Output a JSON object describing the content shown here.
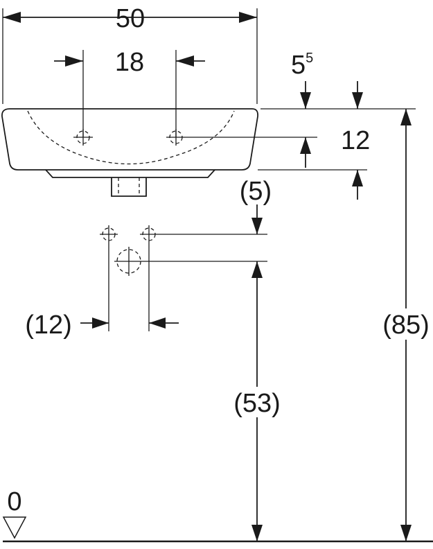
{
  "dimensions": {
    "overall_width": "50",
    "tap_hole_spacing": "18",
    "depth_offset_base": "5",
    "depth_offset_sup": "5",
    "basin_height": "12",
    "waste_offset": "(5)",
    "supply_spacing": "(12)",
    "waste_height": "(53)",
    "rim_height": "(85)",
    "floor_level": "0"
  }
}
